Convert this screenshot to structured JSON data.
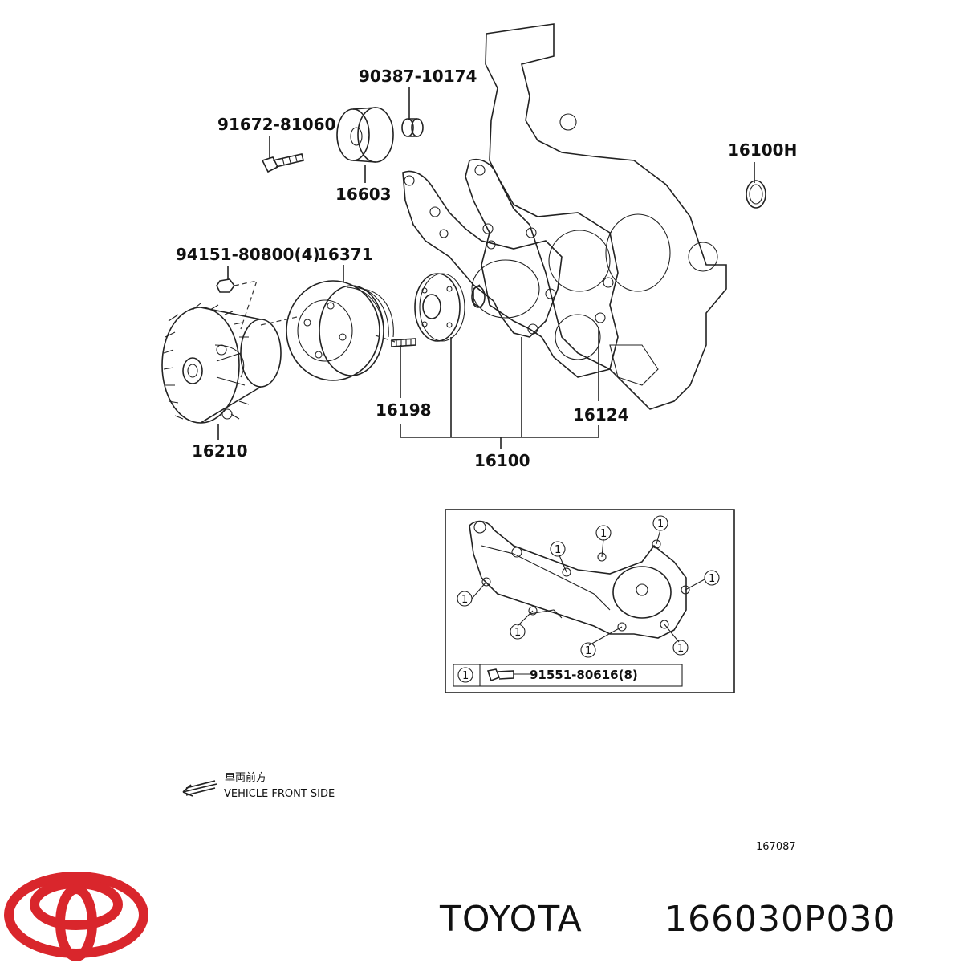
{
  "parts": {
    "p90387": "90387-10174",
    "p91672": "91672-81060",
    "p16603": "16603",
    "p16100H": "16100H",
    "p94151": "94151-80800(4)",
    "p16371": "16371",
    "p16198": "16198",
    "p16124": "16124",
    "p16210": "16210",
    "p16100": "16100"
  },
  "inset": {
    "marker": "1",
    "legend_part": "91551-80616(8)"
  },
  "direction": {
    "jp": "車両前方",
    "en": "VEHICLE FRONT SIDE"
  },
  "diagram_id": "167087",
  "caption": {
    "brand": "TOYOTA",
    "part_number": "166030P030"
  },
  "colors": {
    "logo_red": "#d9262c",
    "line": "#222222"
  }
}
